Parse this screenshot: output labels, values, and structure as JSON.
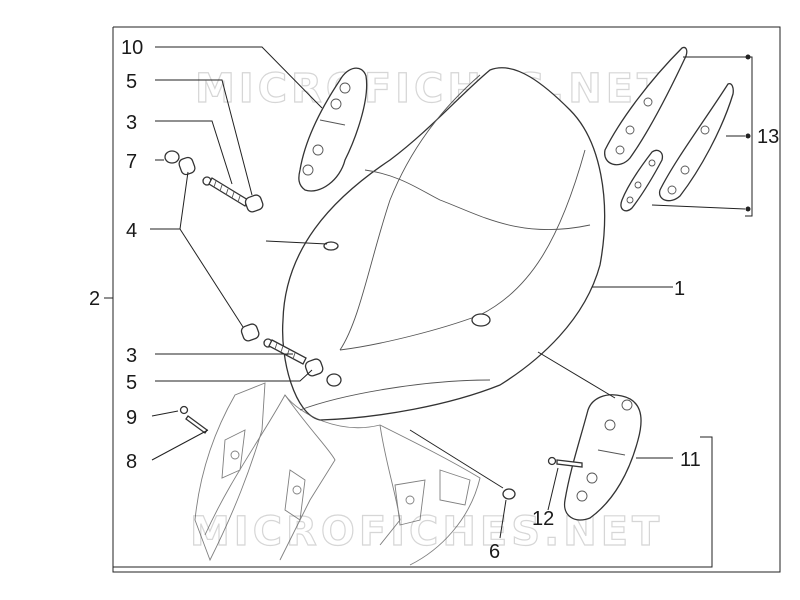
{
  "watermark": "MICROFICHES.NET",
  "callouts": {
    "c1": "1",
    "c2": "2",
    "c3a": "3",
    "c3b": "3",
    "c4": "4",
    "c5a": "5",
    "c5b": "5",
    "c6": "6",
    "c7": "7",
    "c8": "8",
    "c9": "9",
    "c10": "10",
    "c11": "11",
    "c12": "12",
    "c13": "13"
  }
}
